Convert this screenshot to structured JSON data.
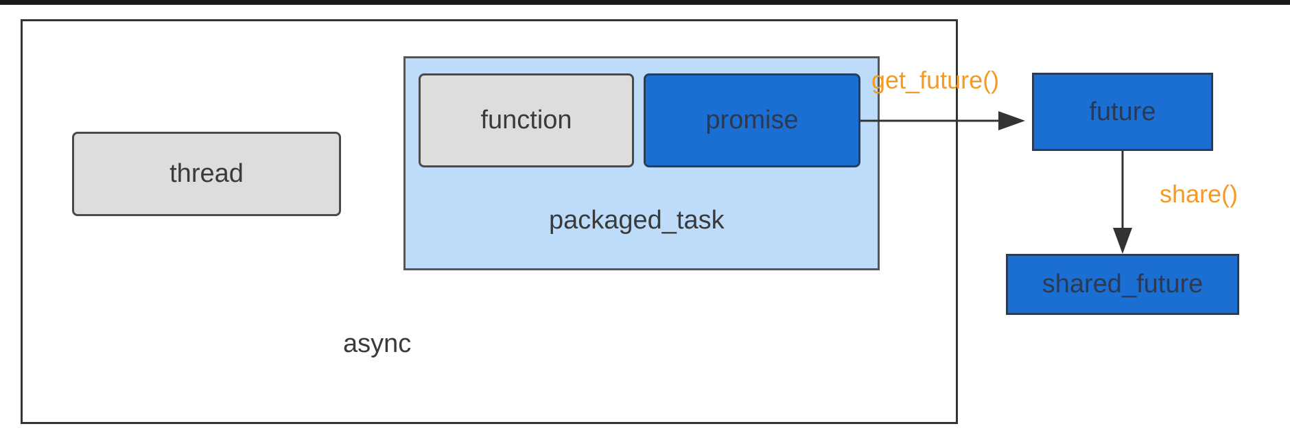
{
  "diagram": {
    "nodes": {
      "async": "async",
      "thread": "thread",
      "packaged_task": "packaged_task",
      "function": "function",
      "promise": "promise",
      "future": "future",
      "shared_future": "shared_future"
    },
    "edges": {
      "promise_to_future": "get_future()",
      "future_to_shared": "share()"
    },
    "colors": {
      "blue_fill": "#1b6fd3",
      "light_blue_fill": "#bcdcfa",
      "gray_fill": "#dddddd",
      "label_orange": "#f59a23"
    }
  }
}
